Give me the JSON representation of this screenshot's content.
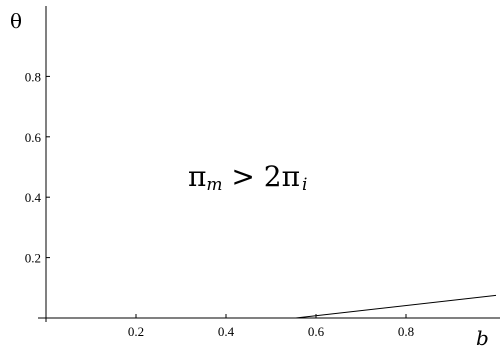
{
  "chart_data": {
    "type": "line",
    "xlabel": "b",
    "ylabel": "θ",
    "xlim": [
      0,
      1
    ],
    "ylim": [
      0,
      1
    ],
    "x_ticks": [
      0.2,
      0.4,
      0.6,
      0.8
    ],
    "x_tick_labels": [
      "0.2",
      "0.4",
      "0.6",
      "0.8"
    ],
    "y_ticks": [
      0.2,
      0.4,
      0.6,
      0.8
    ],
    "y_tick_labels": [
      "0.2",
      "0.4",
      "0.6",
      "0.8"
    ],
    "grid": false,
    "series": [
      {
        "x": [
          0.555,
          1.0
        ],
        "y": [
          0.0,
          0.075
        ]
      }
    ],
    "annotations": [
      {
        "text": "π",
        "sub": "m",
        "rel": " > 2π",
        "sub2": "i",
        "x": 0.43,
        "y": 0.51
      }
    ],
    "color": "#000000"
  }
}
